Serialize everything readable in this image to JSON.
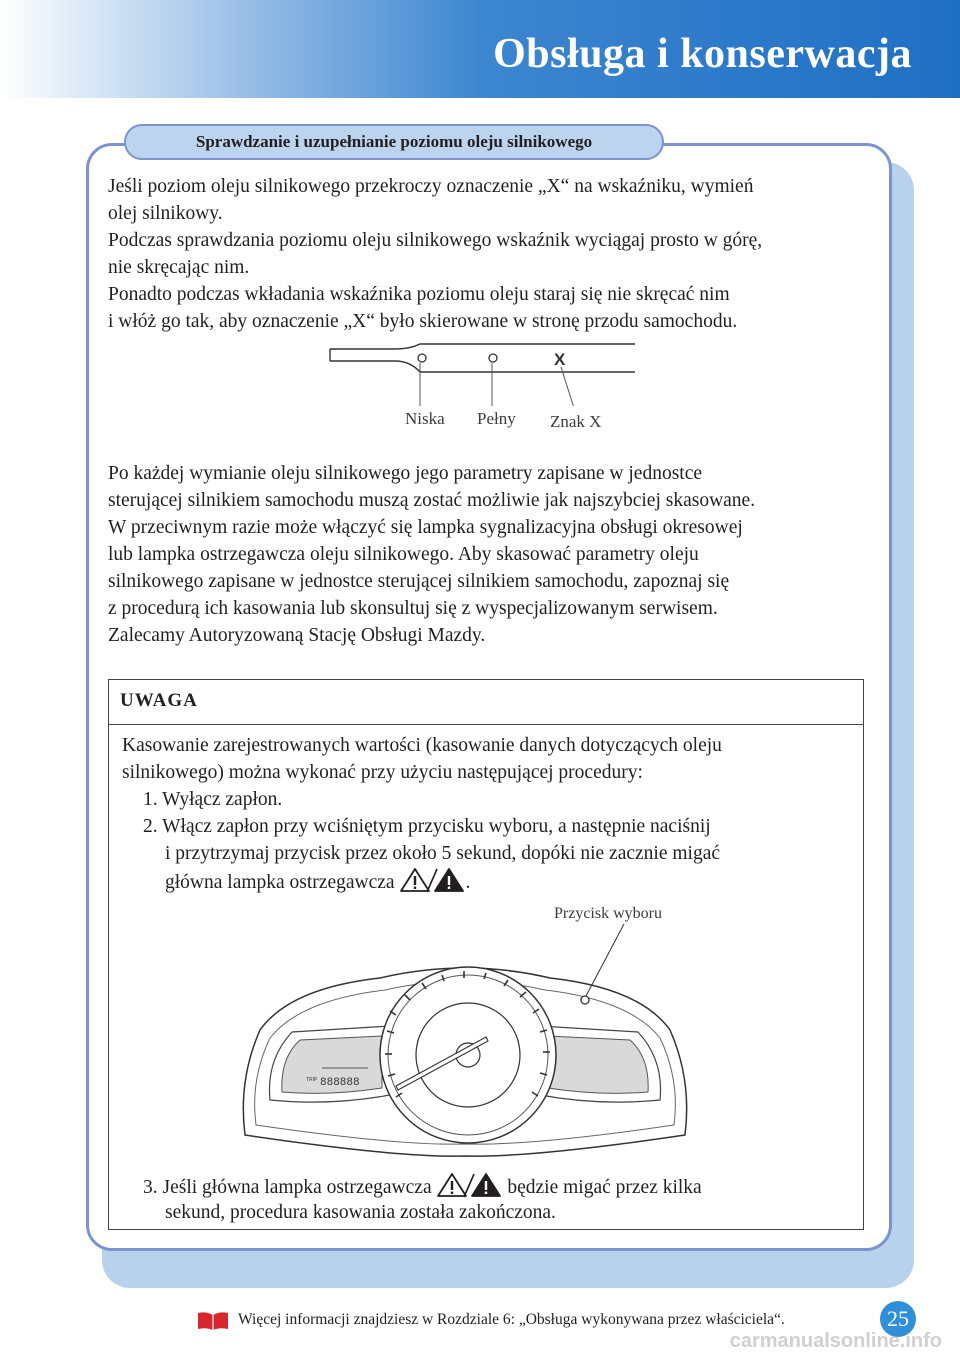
{
  "header": {
    "title": "Obsługa i konserwacja"
  },
  "section": {
    "title": "Sprawdzanie i uzupełnianie poziomu oleju silnikowego",
    "intro_lines": [
      "Jeśli poziom oleju silnikowego przekroczy oznaczenie „X“ na wskaźniku, wymień",
      "olej silnikowy.",
      "Podczas sprawdzania poziomu oleju silnikowego wskaźnik wyciągaj prosto w górę,",
      "nie skręcając nim.",
      "Ponadto podczas wkładania wskaźnika poziomu oleju staraj się nie skręcać nim",
      "i włóż go tak, aby oznaczenie „X“ było skierowane w stronę przodu samochodu."
    ],
    "dipstick": {
      "mark_glyph": "X",
      "labels": [
        "Niska",
        "Pełny",
        "Znak X"
      ]
    },
    "reset_lines": [
      "Po każdej wymianie oleju silnikowego jego parametry zapisane w jednostce",
      "sterującej silnikiem samochodu muszą zostać możliwie jak najszybciej skasowane.",
      "W przeciwnym razie może włączyć się lampka sygnalizacyjna obsługi okresowej",
      "lub lampka ostrzegawcza oleju silnikowego. Aby skasować parametry oleju",
      "silnikowego zapisane w jednostce sterującej silnikiem samochodu, zapoznaj się",
      "z procedurą ich kasowania lub skonsultuj się z wyspecjalizowanym serwisem.",
      "Zalecamy Autoryzowaną Stację Obsługi Mazdy."
    ]
  },
  "note": {
    "title": "UWAGA",
    "intro": [
      "Kasowanie zarejestrowanych wartości (kasowanie danych dotyczących oleju",
      "silnikowego) można wykonać przy użyciu następującej procedury:"
    ],
    "step1": "1. Wyłącz zapłon.",
    "step2_lines": [
      "2. Włącz zapłon przy wciśniętym przycisku wyboru, a następnie naciśnij",
      "i przytrzymaj przycisk przez około 5 sekund, dopóki nie zacznie migać"
    ],
    "step2_last": "główna lampka ostrzegawcza",
    "step2_end": ".",
    "callout": "Przycisk wyboru",
    "odometer_text": "888888",
    "odometer_small": "TRIP",
    "step3_start": "3. Jeśli główna lampka ostrzegawcza",
    "step3_end": "będzie migać przez kilka",
    "step3_line2": "sekund, procedura kasowania została zakończona."
  },
  "footer": {
    "text": "Więcej informacji znajdziesz w Rozdziale 6: „Obsługa wykonywana przez właściciela“.",
    "page_number": "25",
    "watermark": "carmanualsonline.info"
  },
  "colors": {
    "header_blue": "#1f6fc4",
    "panel_border": "#7b93cf",
    "panel_shadow": "#b9d2ec",
    "page_badge": "#2f8fd8"
  }
}
